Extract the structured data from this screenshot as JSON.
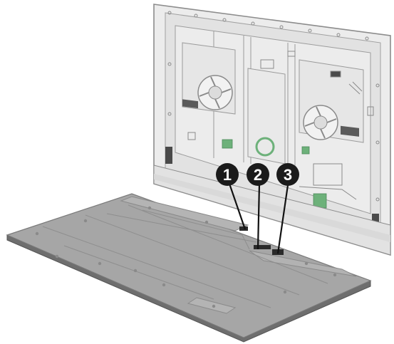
{
  "callouts": [
    {
      "label": "1"
    },
    {
      "label": "2"
    },
    {
      "label": "3"
    }
  ],
  "colors": {
    "chassis_face": "#ebebeb",
    "chassis_line": "#9a9a9a",
    "bezel": "#e4e4e4",
    "panel_top": "#a3a3a3",
    "panel_edge": "#6e6e6e",
    "connector_green": "#6db17a",
    "callout_fill": "#1b1b1b",
    "leader_line": "#111111"
  }
}
